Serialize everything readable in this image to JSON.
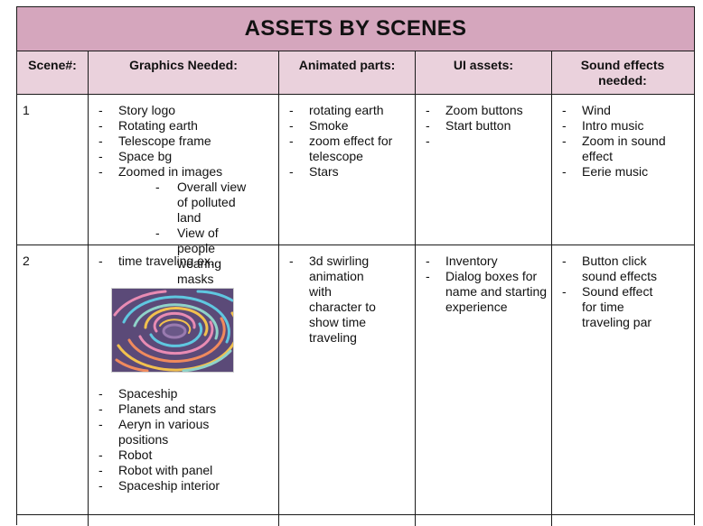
{
  "title": "ASSETS BY SCENES",
  "headers": {
    "scene": "Scene#:",
    "graphics": "Graphics Needed:",
    "animated": "Animated parts:",
    "ui": "UI assets:",
    "sound": "Sound effects needed:"
  },
  "colors": {
    "title_bg": "#d5a6bd",
    "header_bg": "#ead1dc",
    "border": "#1a1a1a"
  },
  "rows": [
    {
      "scene": "1",
      "graphics": [
        "Story logo",
        "Rotating earth",
        "Telescope frame",
        "Space bg",
        "Zoomed in images"
      ],
      "graphics_sub": [
        "Overall view of polluted land",
        "View of people wearing masks"
      ],
      "animated": [
        "rotating earth",
        "Smoke",
        "zoom effect for telescope",
        "Stars"
      ],
      "ui": [
        "Zoom buttons",
        "Start button",
        ""
      ],
      "sound": [
        "Wind",
        "Intro music",
        "Zoom in sound effect",
        "Eerie music"
      ]
    },
    {
      "scene": "2",
      "graphics_top": [
        "time traveling ex."
      ],
      "graphics_image": "time-travel-swirl-image",
      "graphics": [
        "Spaceship",
        "Planets and stars",
        "Aeryn in various positions",
        "Robot",
        "Robot with panel",
        "Spaceship interior"
      ],
      "animated": [
        "3d swirling animation with character to show time traveling"
      ],
      "ui": [
        "Inventory",
        "Dialog boxes for name and starting experience"
      ],
      "sound": [
        "Button click sound effects",
        "Sound effect for time traveling par"
      ]
    }
  ]
}
